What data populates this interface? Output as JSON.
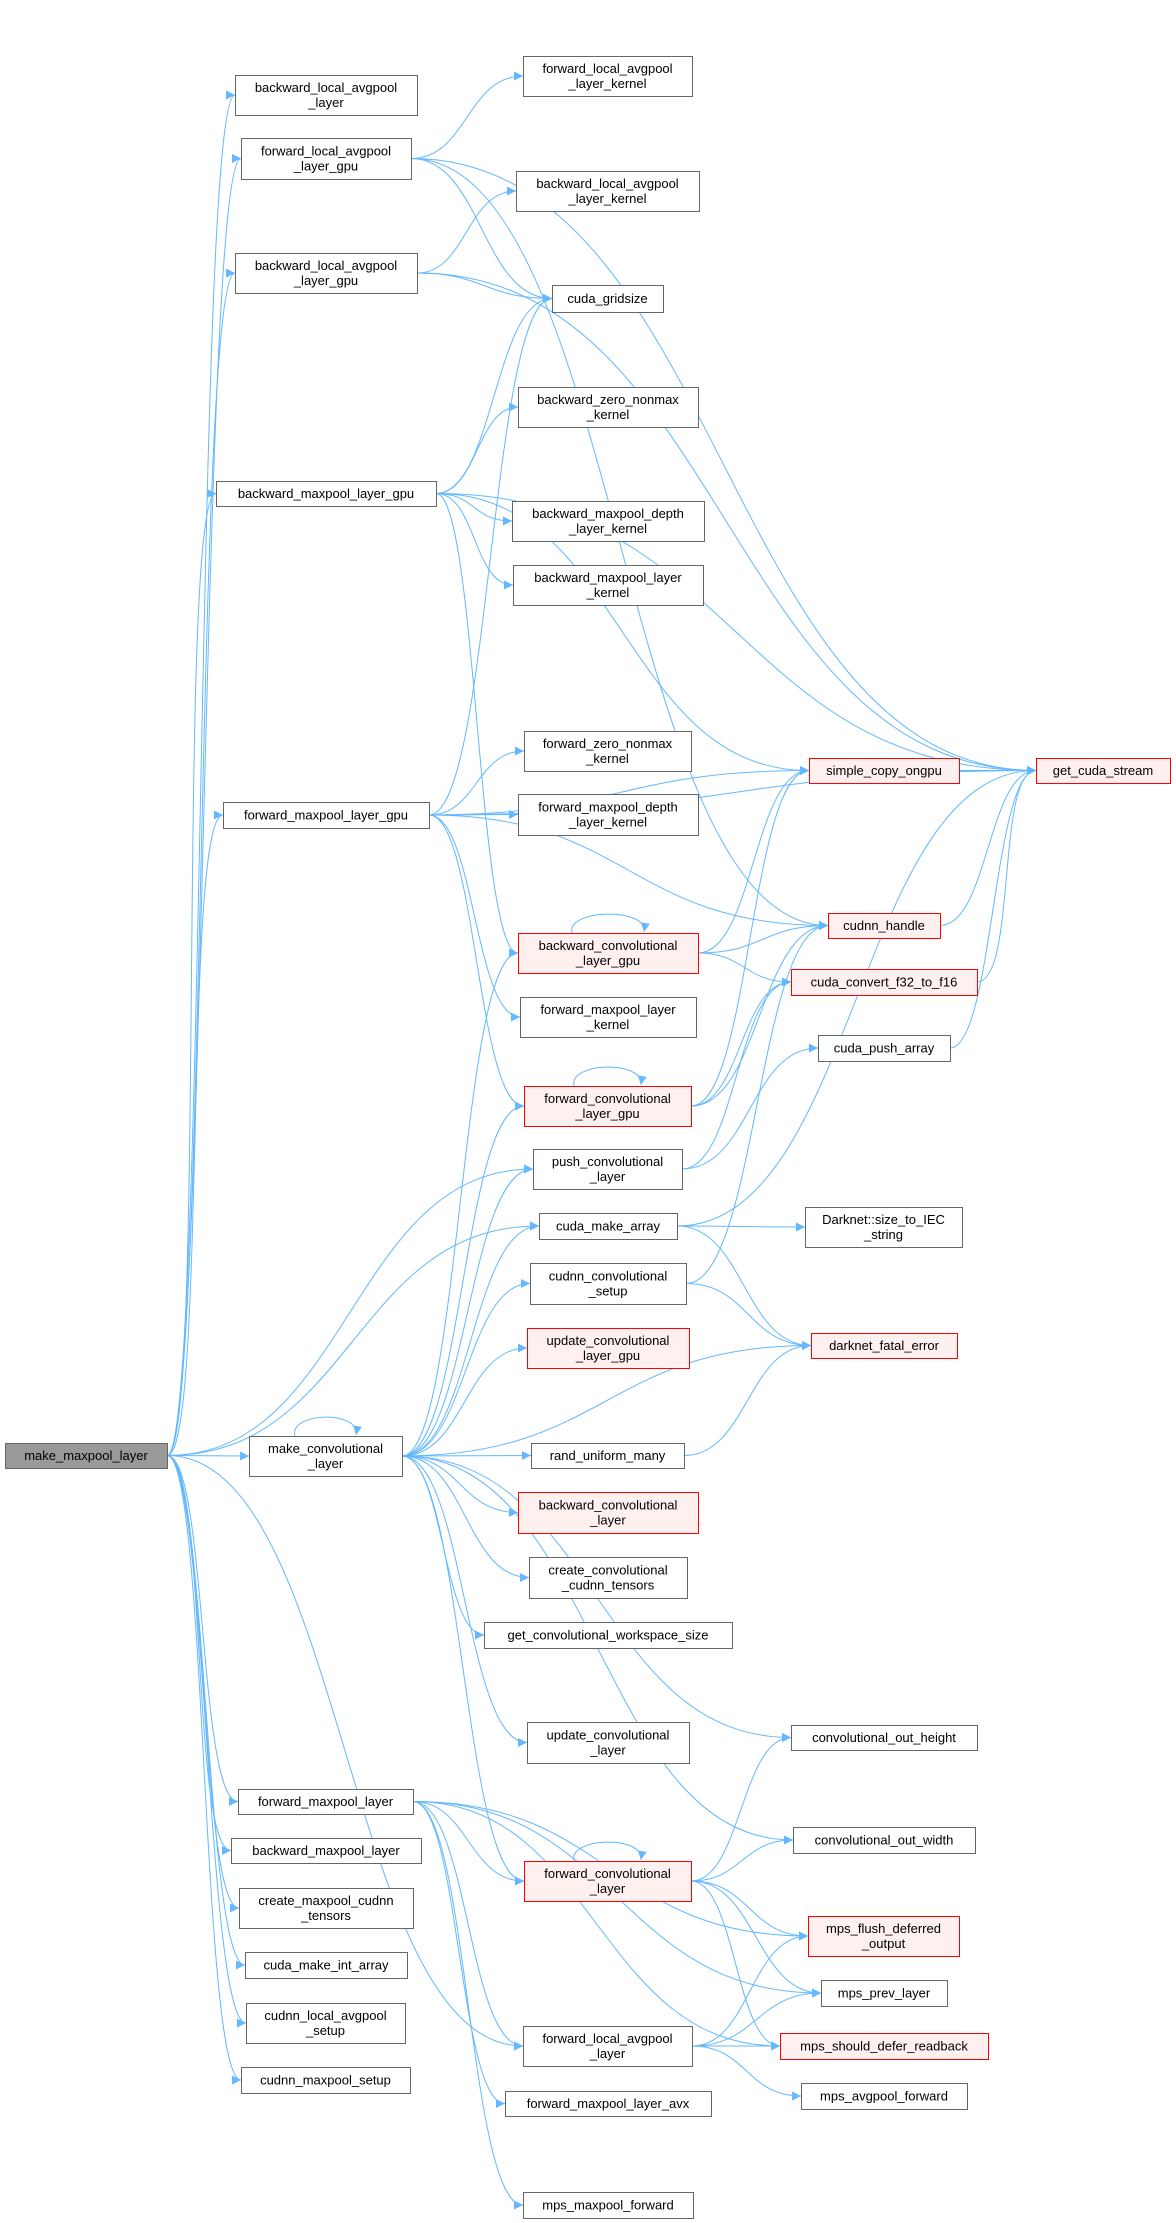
{
  "title": "make_maxpool_layer call graph",
  "colors": {
    "edge": "#63b8ff",
    "root_fill": "#999999",
    "red_fill": "#fff0f0",
    "red_stroke": "#ff0000",
    "normal_stroke": "#666666"
  },
  "nodes": [
    {
      "label": [
        "make_maxpool_layer"
      ],
      "kind": "root"
    },
    {
      "label": [
        "backward_local_avgpool",
        "_layer"
      ],
      "kind": "normal"
    },
    {
      "label": [
        "forward_local_avgpool",
        "_layer_gpu"
      ],
      "kind": "normal"
    },
    {
      "label": [
        "forward_local_avgpool",
        "_layer_kernel"
      ],
      "kind": "normal"
    },
    {
      "label": [
        "backward_local_avgpool",
        "_layer_kernel"
      ],
      "kind": "normal"
    },
    {
      "label": [
        "backward_local_avgpool",
        "_layer_gpu"
      ],
      "kind": "normal"
    },
    {
      "label": [
        "cuda_gridsize"
      ],
      "kind": "normal"
    },
    {
      "label": [
        "backward_zero_nonmax",
        "_kernel"
      ],
      "kind": "normal"
    },
    {
      "label": [
        "backward_maxpool_layer_gpu"
      ],
      "kind": "normal"
    },
    {
      "label": [
        "backward_maxpool_depth",
        "_layer_kernel"
      ],
      "kind": "normal"
    },
    {
      "label": [
        "backward_maxpool_layer",
        "_kernel"
      ],
      "kind": "normal"
    },
    {
      "label": [
        "forward_zero_nonmax",
        "_kernel"
      ],
      "kind": "normal"
    },
    {
      "label": [
        "forward_maxpool_layer_gpu"
      ],
      "kind": "normal"
    },
    {
      "label": [
        "forward_maxpool_depth",
        "_layer_kernel"
      ],
      "kind": "normal"
    },
    {
      "label": [
        "simple_copy_ongpu"
      ],
      "kind": "red"
    },
    {
      "label": [
        "get_cuda_stream"
      ],
      "kind": "red"
    },
    {
      "label": [
        "cudnn_handle"
      ],
      "kind": "red"
    },
    {
      "label": [
        "backward_convolutional",
        "_layer_gpu"
      ],
      "kind": "red"
    },
    {
      "label": [
        "cuda_convert_f32_to_f16"
      ],
      "kind": "red"
    },
    {
      "label": [
        "forward_maxpool_layer",
        "_kernel"
      ],
      "kind": "normal"
    },
    {
      "label": [
        "cuda_push_array"
      ],
      "kind": "normal"
    },
    {
      "label": [
        "forward_convolutional",
        "_layer_gpu"
      ],
      "kind": "red"
    },
    {
      "label": [
        "push_convolutional",
        "_layer"
      ],
      "kind": "normal"
    },
    {
      "label": [
        "cuda_make_array"
      ],
      "kind": "normal"
    },
    {
      "label": [
        "Darknet::size_to_IEC",
        "_string"
      ],
      "kind": "normal"
    },
    {
      "label": [
        "cudnn_convolutional",
        "_setup"
      ],
      "kind": "normal"
    },
    {
      "label": [
        "update_convolutional",
        "_layer_gpu"
      ],
      "kind": "red"
    },
    {
      "label": [
        "darknet_fatal_error"
      ],
      "kind": "red"
    },
    {
      "label": [
        "make_convolutional",
        "_layer"
      ],
      "kind": "normal"
    },
    {
      "label": [
        "rand_uniform_many"
      ],
      "kind": "normal"
    },
    {
      "label": [
        "backward_convolutional",
        "_layer"
      ],
      "kind": "red"
    },
    {
      "label": [
        "create_convolutional",
        "_cudnn_tensors"
      ],
      "kind": "normal"
    },
    {
      "label": [
        "get_convolutional_workspace_size"
      ],
      "kind": "normal"
    },
    {
      "label": [
        "update_convolutional",
        "_layer"
      ],
      "kind": "normal"
    },
    {
      "label": [
        "convolutional_out_height"
      ],
      "kind": "normal"
    },
    {
      "label": [
        "forward_maxpool_layer"
      ],
      "kind": "normal"
    },
    {
      "label": [
        "convolutional_out_width"
      ],
      "kind": "normal"
    },
    {
      "label": [
        "backward_maxpool_layer"
      ],
      "kind": "normal"
    },
    {
      "label": [
        "forward_convolutional",
        "_layer"
      ],
      "kind": "red"
    },
    {
      "label": [
        "create_maxpool_cudnn",
        "_tensors"
      ],
      "kind": "normal"
    },
    {
      "label": [
        "mps_flush_deferred",
        "_output"
      ],
      "kind": "red"
    },
    {
      "label": [
        "cuda_make_int_array"
      ],
      "kind": "normal"
    },
    {
      "label": [
        "mps_prev_layer"
      ],
      "kind": "normal"
    },
    {
      "label": [
        "cudnn_local_avgpool",
        "_setup"
      ],
      "kind": "normal"
    },
    {
      "label": [
        "forward_local_avgpool",
        "_layer"
      ],
      "kind": "normal"
    },
    {
      "label": [
        "mps_should_defer_readback"
      ],
      "kind": "red"
    },
    {
      "label": [
        "cudnn_maxpool_setup"
      ],
      "kind": "normal"
    },
    {
      "label": [
        "mps_avgpool_forward"
      ],
      "kind": "normal"
    },
    {
      "label": [
        "forward_maxpool_layer_avx"
      ],
      "kind": "normal"
    },
    {
      "label": [
        "mps_maxpool_forward"
      ],
      "kind": "normal"
    }
  ],
  "edges": [
    [
      "make_maxpool_layer",
      "backward_local_avgpool_layer"
    ],
    [
      "make_maxpool_layer",
      "forward_local_avgpool_layer_gpu"
    ],
    [
      "make_maxpool_layer",
      "backward_local_avgpool_layer_gpu"
    ],
    [
      "make_maxpool_layer",
      "backward_maxpool_layer_gpu"
    ],
    [
      "make_maxpool_layer",
      "forward_maxpool_layer_gpu"
    ],
    [
      "make_maxpool_layer",
      "push_convolutional_layer"
    ],
    [
      "make_maxpool_layer",
      "cuda_make_array"
    ],
    [
      "make_maxpool_layer",
      "make_convolutional_layer"
    ],
    [
      "make_maxpool_layer",
      "forward_maxpool_layer"
    ],
    [
      "make_maxpool_layer",
      "backward_maxpool_layer"
    ],
    [
      "make_maxpool_layer",
      "create_maxpool_cudnn_tensors"
    ],
    [
      "make_maxpool_layer",
      "cuda_make_int_array"
    ],
    [
      "make_maxpool_layer",
      "cudnn_local_avgpool_setup"
    ],
    [
      "make_maxpool_layer",
      "cudnn_maxpool_setup"
    ],
    [
      "make_maxpool_layer",
      "forward_local_avgpool_layer"
    ],
    [
      "forward_local_avgpool_layer_gpu",
      "forward_local_avgpool_layer_kernel"
    ],
    [
      "forward_local_avgpool_layer_gpu",
      "get_cuda_stream"
    ],
    [
      "forward_local_avgpool_layer_gpu",
      "cudnn_handle"
    ],
    [
      "forward_local_avgpool_layer_gpu",
      "cuda_gridsize"
    ],
    [
      "backward_local_avgpool_layer_gpu",
      "backward_local_avgpool_layer_kernel"
    ],
    [
      "backward_local_avgpool_layer_gpu",
      "get_cuda_stream"
    ],
    [
      "backward_local_avgpool_layer_gpu",
      "cuda_gridsize"
    ],
    [
      "backward_maxpool_layer_gpu",
      "cuda_gridsize"
    ],
    [
      "backward_maxpool_layer_gpu",
      "get_cuda_stream"
    ],
    [
      "backward_maxpool_layer_gpu",
      "backward_zero_nonmax_kernel"
    ],
    [
      "backward_maxpool_layer_gpu",
      "simple_copy_ongpu"
    ],
    [
      "backward_maxpool_layer_gpu",
      "backward_maxpool_depth_layer_kernel"
    ],
    [
      "backward_maxpool_layer_gpu",
      "backward_maxpool_layer_kernel"
    ],
    [
      "backward_maxpool_layer_gpu",
      "backward_convolutional_layer_gpu"
    ],
    [
      "forward_maxpool_layer_gpu",
      "cuda_gridsize"
    ],
    [
      "forward_maxpool_layer_gpu",
      "get_cuda_stream"
    ],
    [
      "forward_maxpool_layer_gpu",
      "simple_copy_ongpu"
    ],
    [
      "forward_maxpool_layer_gpu",
      "forward_zero_nonmax_kernel"
    ],
    [
      "forward_maxpool_layer_gpu",
      "forward_maxpool_depth_layer_kernel"
    ],
    [
      "forward_maxpool_layer_gpu",
      "cudnn_handle"
    ],
    [
      "forward_maxpool_layer_gpu",
      "forward_maxpool_layer_kernel"
    ],
    [
      "forward_maxpool_layer_gpu",
      "forward_convolutional_layer_gpu"
    ],
    [
      "simple_copy_ongpu",
      "get_cuda_stream"
    ],
    [
      "cudnn_handle",
      "get_cuda_stream"
    ],
    [
      "cuda_convert_f32_to_f16",
      "get_cuda_stream"
    ],
    [
      "cuda_push_array",
      "get_cuda_stream"
    ],
    [
      "cuda_make_array",
      "get_cuda_stream"
    ],
    [
      "cuda_make_array",
      "Darknet::size_to_IEC_string"
    ],
    [
      "cuda_make_array",
      "darknet_fatal_error"
    ],
    [
      "backward_convolutional_layer_gpu",
      "backward_convolutional_layer_gpu"
    ],
    [
      "backward_convolutional_layer_gpu",
      "simple_copy_ongpu"
    ],
    [
      "backward_convolutional_layer_gpu",
      "cudnn_handle"
    ],
    [
      "backward_convolutional_layer_gpu",
      "cuda_convert_f32_to_f16"
    ],
    [
      "forward_convolutional_layer_gpu",
      "forward_convolutional_layer_gpu"
    ],
    [
      "forward_convolutional_layer_gpu",
      "simple_copy_ongpu"
    ],
    [
      "forward_convolutional_layer_gpu",
      "cudnn_handle"
    ],
    [
      "forward_convolutional_layer_gpu",
      "cuda_convert_f32_to_f16"
    ],
    [
      "push_convolutional_layer",
      "cuda_push_array"
    ],
    [
      "push_convolutional_layer",
      "cuda_convert_f32_to_f16"
    ],
    [
      "cudnn_convolutional_setup",
      "cudnn_handle"
    ],
    [
      "cudnn_convolutional_setup",
      "darknet_fatal_error"
    ],
    [
      "rand_uniform_many",
      "darknet_fatal_error"
    ],
    [
      "make_convolutional_layer",
      "make_convolutional_layer"
    ],
    [
      "make_convolutional_layer",
      "backward_convolutional_layer_gpu"
    ],
    [
      "make_convolutional_layer",
      "forward_convolutional_layer_gpu"
    ],
    [
      "make_convolutional_layer",
      "push_convolutional_layer"
    ],
    [
      "make_convolutional_layer",
      "cuda_make_array"
    ],
    [
      "make_convolutional_layer",
      "cudnn_convolutional_setup"
    ],
    [
      "make_convolutional_layer",
      "update_convolutional_layer_gpu"
    ],
    [
      "make_convolutional_layer",
      "darknet_fatal_error"
    ],
    [
      "make_convolutional_layer",
      "rand_uniform_many"
    ],
    [
      "make_convolutional_layer",
      "backward_convolutional_layer"
    ],
    [
      "make_convolutional_layer",
      "create_convolutional_cudnn_tensors"
    ],
    [
      "make_convolutional_layer",
      "get_convolutional_workspace_size"
    ],
    [
      "make_convolutional_layer",
      "update_convolutional_layer"
    ],
    [
      "make_convolutional_layer",
      "convolutional_out_height"
    ],
    [
      "make_convolutional_layer",
      "convolutional_out_width"
    ],
    [
      "make_convolutional_layer",
      "forward_convolutional_layer"
    ],
    [
      "forward_maxpool_layer",
      "forward_convolutional_layer"
    ],
    [
      "forward_maxpool_layer",
      "mps_flush_deferred_output"
    ],
    [
      "forward_maxpool_layer",
      "mps_prev_layer"
    ],
    [
      "forward_maxpool_layer",
      "forward_local_avgpool_layer"
    ],
    [
      "forward_maxpool_layer",
      "forward_maxpool_layer_avx"
    ],
    [
      "forward_maxpool_layer",
      "mps_should_defer_readback"
    ],
    [
      "forward_maxpool_layer",
      "mps_maxpool_forward"
    ],
    [
      "forward_convolutional_layer",
      "forward_convolutional_layer"
    ],
    [
      "forward_convolutional_layer",
      "convolutional_out_height"
    ],
    [
      "forward_convolutional_layer",
      "convolutional_out_width"
    ],
    [
      "forward_convolutional_layer",
      "mps_flush_deferred_output"
    ],
    [
      "forward_convolutional_layer",
      "mps_prev_layer"
    ],
    [
      "forward_convolutional_layer",
      "mps_should_defer_readback"
    ],
    [
      "forward_local_avgpool_layer",
      "mps_flush_deferred_output"
    ],
    [
      "forward_local_avgpool_layer",
      "mps_prev_layer"
    ],
    [
      "forward_local_avgpool_layer",
      "mps_should_defer_readback"
    ],
    [
      "forward_local_avgpool_layer",
      "mps_avgpool_forward"
    ]
  ]
}
